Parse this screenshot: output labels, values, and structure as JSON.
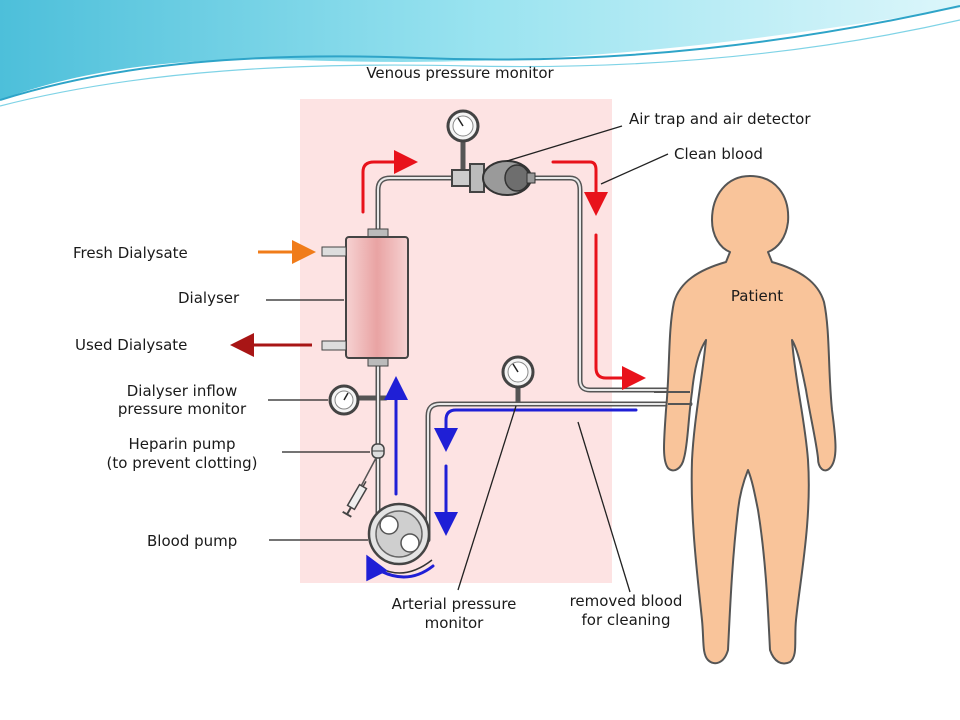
{
  "diagram": {
    "labels": {
      "venous_pressure_monitor": "Venous pressure monitor",
      "air_trap": "Air trap and air detector",
      "clean_blood": "Clean blood",
      "fresh_dialysate": "Fresh Dialysate",
      "dialyser": "Dialyser",
      "used_dialysate": "Used Dialysate",
      "dialyser_inflow_1": "Dialyser inflow",
      "dialyser_inflow_2": "pressure monitor",
      "heparin_1": "Heparin pump",
      "heparin_2": "(to prevent clotting)",
      "blood_pump": "Blood pump",
      "arterial_1": "Arterial pressure",
      "arterial_2": "monitor",
      "removed_1": "removed blood",
      "removed_2": "for cleaning",
      "patient": "Patient"
    },
    "colors": {
      "clean_flow": "#e8121b",
      "dirty_flow": "#1f1fd6",
      "fresh_dialysate_arrow": "#f07c1a",
      "used_dialysate_arrow": "#a81515",
      "machine_panel": "#fde3e3",
      "patient_fill": "#f9c49a",
      "tube": "#555555"
    }
  }
}
